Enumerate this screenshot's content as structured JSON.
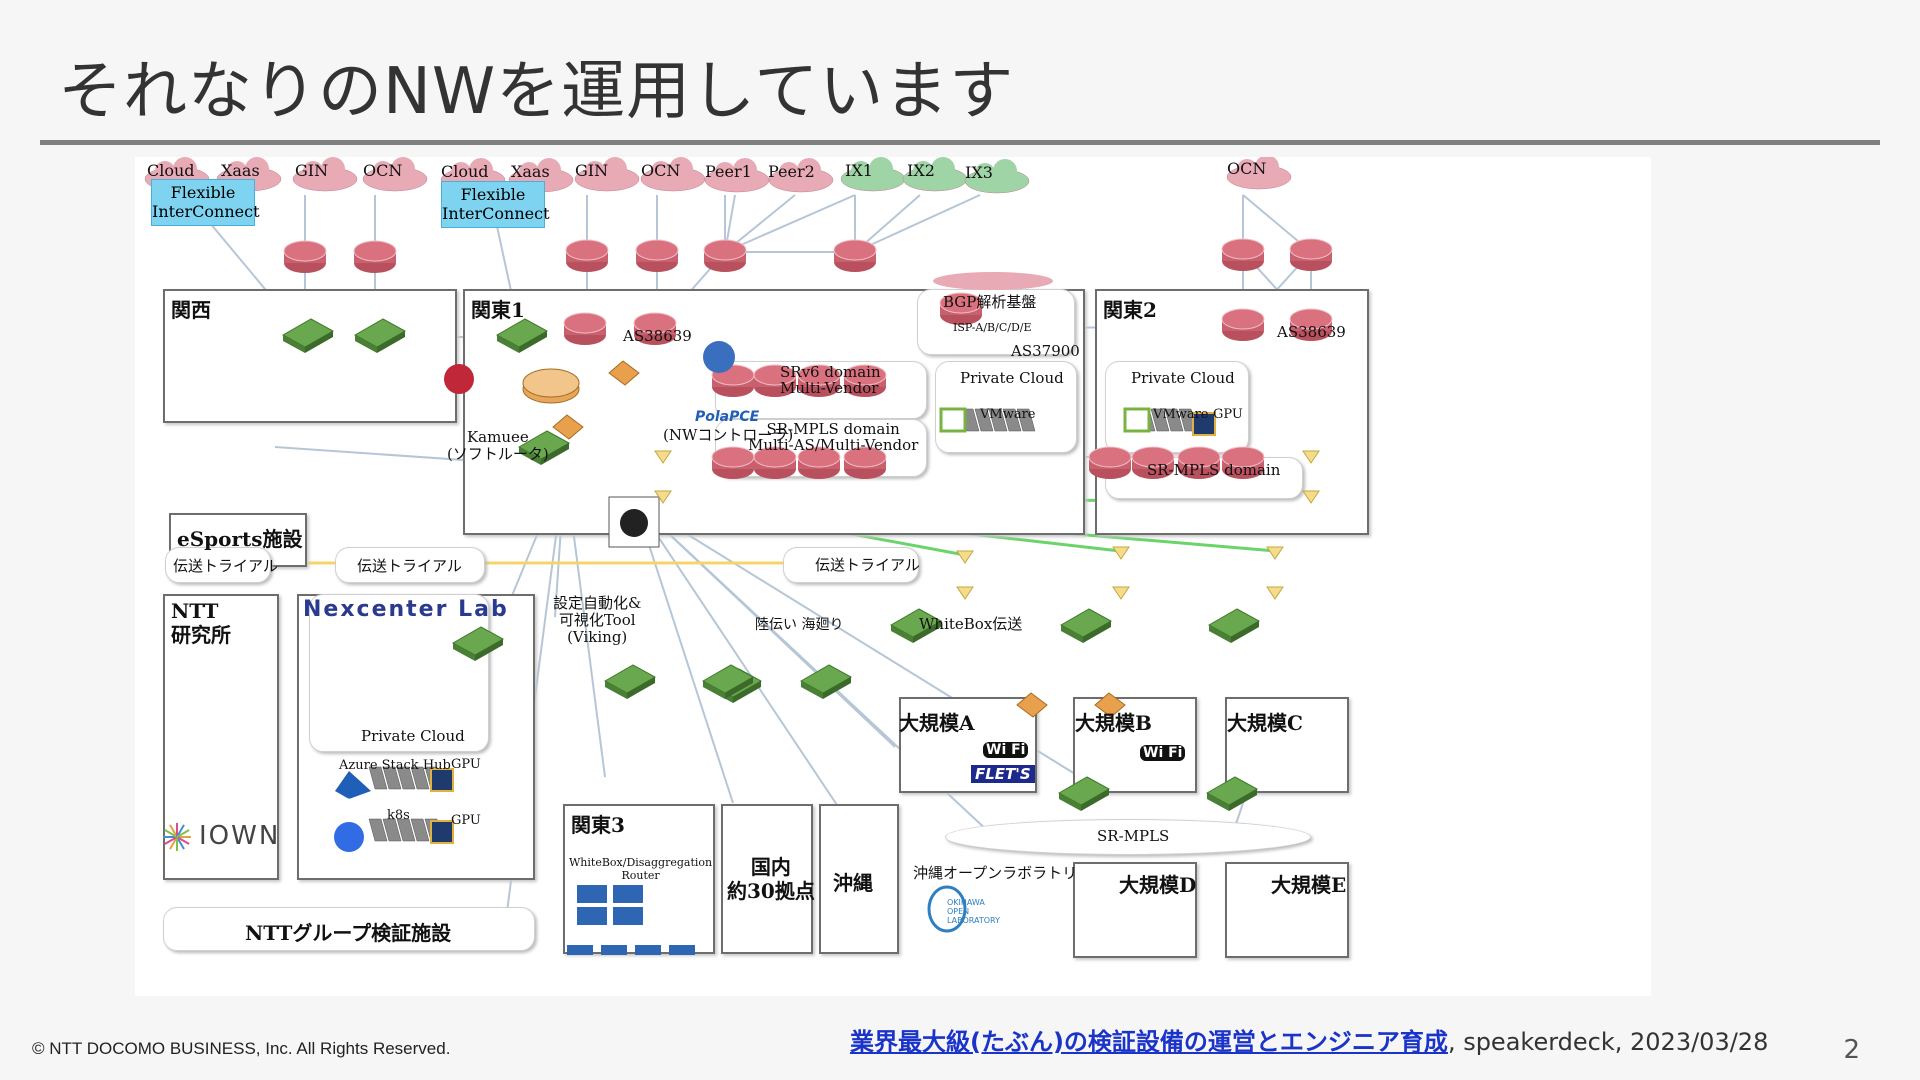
{
  "slide": {
    "title": "それなりのNWを運用しています",
    "page_number": "2",
    "copyright": "© NTT DOCOMO BUSINESS, Inc. All Rights Reserved.",
    "citation": {
      "link_text": "業界最大級(たぶん)の検証設備の運営とエンジニア育成",
      "rest": ", speakerdeck, 2023/03/28"
    }
  },
  "diagram": {
    "clouds": {
      "kansai_cloud": "Cloud",
      "kansai_xaas": "Xaas",
      "kansai_gin": "GIN",
      "kansai_ocn": "OCN",
      "kanto_cloud": "Cloud",
      "kanto_xaas": "Xaas",
      "kanto_gin": "GIN",
      "kanto_ocn": "OCN",
      "peer1": "Peer1",
      "peer2": "Peer2",
      "ix1": "IX1",
      "ix2": "IX2",
      "ix3": "IX3",
      "kanto2_ocn": "OCN"
    },
    "flexible_interconnect": "Flexible InterConnect",
    "regions": {
      "kansai": "関西",
      "kanto1": "関東1",
      "kanto2": "関東2",
      "kanto3": "関東3",
      "esports": "eSports施設",
      "ntt_lab": "NTT\n研究所",
      "nexcenter": "Nexcenter Lab",
      "ntt_group": "NTTグループ検証施設",
      "kokunai": "国内\n約30拠点",
      "okinawa": "沖縄",
      "large_a": "大規模A",
      "large_b": "大規模B",
      "large_c": "大規模C",
      "large_d": "大規模D",
      "large_e": "大規模E"
    },
    "labels": {
      "bgp_platform": "BGP解析基盤",
      "isp": "ISP-A/B/C/D/E",
      "as37900": "AS37900",
      "as38639_kanto1": "AS38639",
      "as38639_kanto2": "AS38639",
      "srv6": "SRv6 domain\nMulti-Vendor",
      "sr_mpls_multi": "SR-MPLS domain\nMulti-AS/Multi-Vendor",
      "sr_mpls_kanto2": "SR-MPLS domain",
      "sr_mpls": "SR-MPLS",
      "private_cloud_1": "Private Cloud",
      "private_cloud_2": "Private Cloud",
      "private_cloud_3": "Private Cloud",
      "vmware_1": "VMware",
      "vmware_2": "VMware",
      "gpu_1": "GPU",
      "gpu_2": "GPU",
      "gpu_3": "GPU",
      "azure_stack_hub": "Azure Stack Hub",
      "k8s": "k8s",
      "kamuee": "Kamuee\n(ソフトルータ)",
      "polapce": "PolaPCE",
      "nw_controller": "(NWコントローラ)",
      "viking": "設定自動化&\n可視化Tool\n(Viking)",
      "whitebox_transport": "WhiteBox伝送",
      "trial_1": "伝送トライアル",
      "trial_2": "伝送トライアル",
      "trial_3": "伝送トライアル",
      "land_sea": "陸伝い 海廻り",
      "whitebox_router": "WhiteBox/Disaggregation\nRouter",
      "okinawa_open_lab": "沖縄オープンラボラトリ",
      "ool_logo": "OKINAWA\nOPEN\nLABORATORY",
      "iown": "IOWN",
      "wifi": "Wi Fi",
      "flets": "FLET'S",
      "azure_stack_badge": "AzureStack"
    },
    "colors": {
      "router": "#d9727e",
      "switch": "#6aa84f",
      "green_link": "#6ad46a",
      "yellow_link": "#f5d56b",
      "link": "#b6c6d6"
    }
  }
}
